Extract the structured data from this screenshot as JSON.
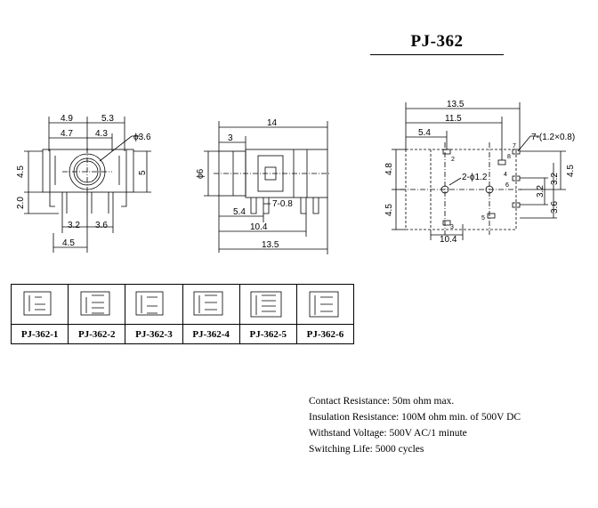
{
  "title": "PJ-362",
  "front_view": {
    "dims": {
      "top_left": "4.9",
      "top_right": "5.3",
      "inner_left": "4.7",
      "inner_right": "4.3",
      "hole": "ϕ3.6",
      "left_upper": "4.5",
      "left_lower": "2.0",
      "right_height": "5",
      "pin_a": "3.2",
      "pin_b": "3.6",
      "bottom": "4.5"
    }
  },
  "side_view": {
    "dims": {
      "overall_top": "14",
      "nose": "3",
      "diameter": "ϕ6",
      "pin_width": "7-0.8",
      "pin_offset": "5.4",
      "lower": "10.4",
      "overall_bottom": "13.5"
    }
  },
  "footprint": {
    "dims": {
      "top": "13.5",
      "second": "11.5",
      "third": "5.4",
      "slots": "7-(1.2×0.8)",
      "holes": "2-ϕ1.2",
      "left_upper": "4.8",
      "left_lower": "4.5",
      "right_outer": "4.5",
      "right_a": "3.2",
      "right_b": "3.2",
      "right_c": "3.6",
      "bottom": "10.4"
    },
    "pin_numbers": [
      "1",
      "2",
      "3",
      "4",
      "5",
      "6",
      "7",
      "8"
    ]
  },
  "variants": [
    "PJ-362-1",
    "PJ-362-2",
    "PJ-362-3",
    "PJ-362-4",
    "PJ-362-5",
    "PJ-362-6"
  ],
  "specs": [
    "Contact Resistance:    50m ohm max.",
    "Insulation Resistance: 100M ohm min. of 500V DC",
    "Withstand Voltage: 500V AC/1 minute",
    "Switching Life: 5000 cycles"
  ]
}
